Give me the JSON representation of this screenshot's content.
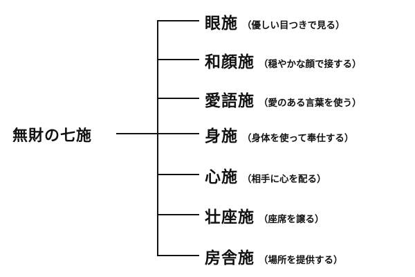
{
  "root": {
    "label": "無財の七施"
  },
  "branches": [
    {
      "name": "眼施",
      "description": "（優しい目つきで見る）"
    },
    {
      "name": "和顔施",
      "description": "（穏やかな顔で接する）"
    },
    {
      "name": "愛語施",
      "description": "（愛のある言葉を使う）"
    },
    {
      "name": "身施",
      "description": "（身体を使って奉仕する）"
    },
    {
      "name": "心施",
      "description": "（相手に心を配る）"
    },
    {
      "name": "壮座施",
      "description": "（座席を譲る）"
    },
    {
      "name": "房舎施",
      "description": "（場所を提供する）"
    }
  ],
  "colors": {
    "line": "#111111",
    "text": "#111111",
    "background": "#ffffff"
  }
}
